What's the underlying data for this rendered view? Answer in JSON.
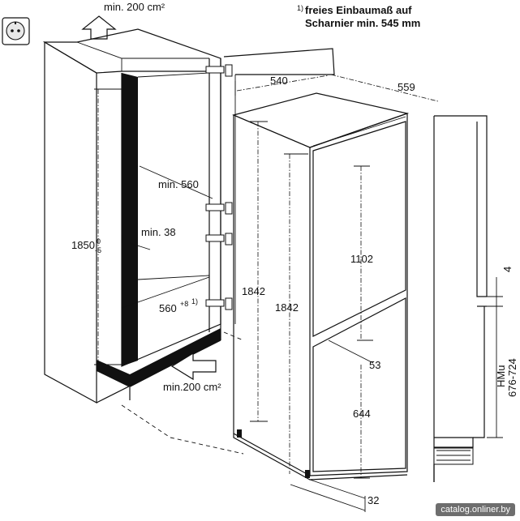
{
  "note": {
    "marker": "1)",
    "line1": "freies Einbaumaß auf",
    "line2": "Scharnier min. 545 mm"
  },
  "labels": {
    "vent_top": "min. 200 cm²",
    "vent_bottom": "min.200 cm²",
    "niche_depth": "min. 560",
    "wall_thickness": "min. 38",
    "niche_height": "1850",
    "niche_height_tol_upper": "0",
    "niche_height_tol_lower": "-5",
    "niche_width": "560",
    "niche_width_tol": "+8",
    "niche_width_ref": "1)",
    "unit_width": "540",
    "unit_depth": "559",
    "unit_height_a": "1842",
    "unit_height_b": "1842",
    "fridge_door_height": "1102",
    "gap": "53",
    "freezer_door_height": "644",
    "plinth": "32",
    "side_gap": "4",
    "hmu_label": "HMu",
    "hmu_range": "676-724"
  },
  "watermark": "catalog.onliner.by"
}
